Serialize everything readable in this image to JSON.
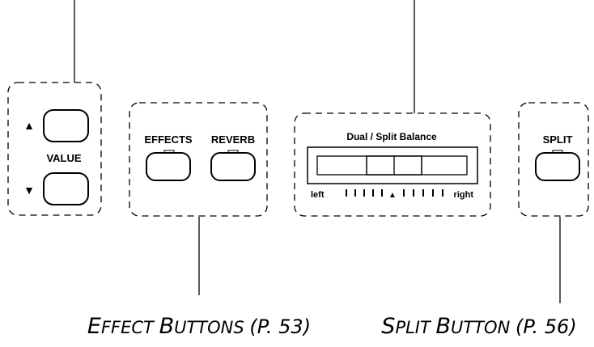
{
  "value_group": {
    "up_symbol": "▲",
    "down_symbol": "▼",
    "label": "VALUE"
  },
  "effect_group": {
    "effects_label": "EFFECTS",
    "reverb_label": "REVERB"
  },
  "balance_group": {
    "title": "Dual / Split Balance",
    "left_label": "left",
    "right_label": "right",
    "center_marker": "▲",
    "tick_count_left": 5,
    "tick_count_right": 5
  },
  "split_group": {
    "label": "SPLIT"
  },
  "captions": {
    "effect": {
      "prefix": "E",
      "rest": "FFECT ",
      "prefix2": "B",
      "rest2": "UTTONS ",
      "page": "(P. 53)"
    },
    "split": {
      "prefix": "S",
      "rest": "PLIT ",
      "prefix2": "B",
      "rest2": "UTTON ",
      "page": "(P. 56)"
    }
  },
  "colors": {
    "ink": "#000000",
    "background": "#ffffff"
  }
}
